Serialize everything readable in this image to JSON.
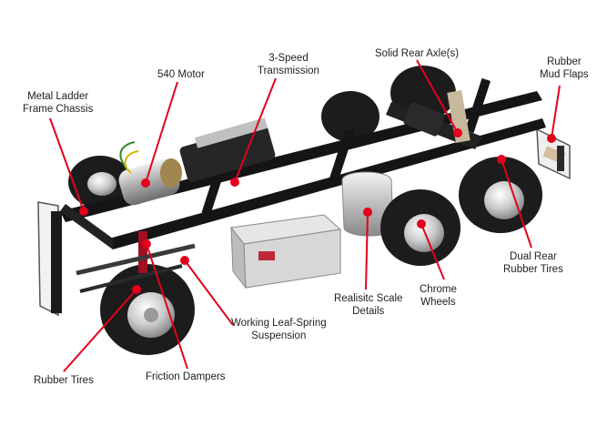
{
  "colors": {
    "accent": "#e3001b",
    "leader": "#e3001b",
    "text": "#222222",
    "frame": "#151515",
    "chrome": "#c9c9c9",
    "tire": "#1c1c1c"
  },
  "callouts": [
    {
      "id": "metal-ladder-frame-chassis",
      "lines": [
        "Metal Ladder",
        "Frame Chassis"
      ]
    },
    {
      "id": "540-motor",
      "lines": [
        "540 Motor"
      ]
    },
    {
      "id": "3-speed-transmission",
      "lines": [
        "3-Speed",
        "Transmission"
      ]
    },
    {
      "id": "solid-rear-axles",
      "lines": [
        "Solid Rear Axle(s)"
      ]
    },
    {
      "id": "rubber-mud-flaps",
      "lines": [
        "Rubber",
        "Mud Flaps"
      ]
    },
    {
      "id": "dual-rear-rubber-tires",
      "lines": [
        "Dual Rear",
        "Rubber Tires"
      ]
    },
    {
      "id": "chrome-wheels",
      "lines": [
        "Chrome",
        "Wheels"
      ]
    },
    {
      "id": "realistic-scale-details",
      "lines": [
        "Realisitc Scale",
        "Details"
      ]
    },
    {
      "id": "working-leaf-spring-suspension",
      "lines": [
        "Working Leaf-Spring",
        "Suspension"
      ]
    },
    {
      "id": "friction-dampers",
      "lines": [
        "Friction Dampers"
      ]
    },
    {
      "id": "rubber-tires",
      "lines": [
        "Rubber Tires"
      ]
    }
  ]
}
